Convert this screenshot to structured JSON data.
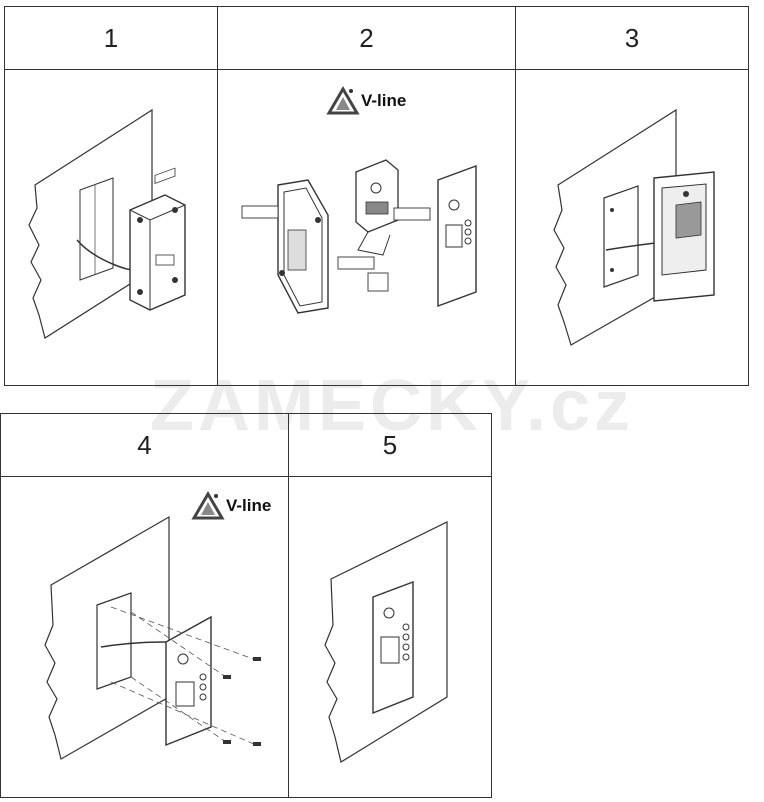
{
  "steps": [
    {
      "number": "1"
    },
    {
      "number": "2"
    },
    {
      "number": "3"
    },
    {
      "number": "4"
    },
    {
      "number": "5"
    }
  ],
  "logo": {
    "text": "V-line",
    "icon": "v-line-triangle-logo"
  },
  "watermark": {
    "text": "ZAMECKY.cz"
  },
  "colors": {
    "line": "#333333",
    "background": "#ffffff",
    "watermark": "#ececec"
  }
}
